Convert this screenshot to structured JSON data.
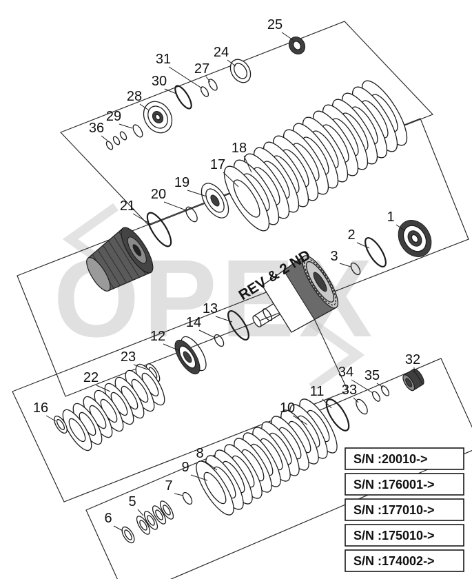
{
  "watermark": {
    "text": "OPEX"
  },
  "shaft_label": "REV & 2 ND",
  "callouts": {
    "c1": "1",
    "c2": "2",
    "c3": "3",
    "c5": "5",
    "c6": "6",
    "c7": "7",
    "c8": "8",
    "c9": "9",
    "c10": "10",
    "c11": "11",
    "c12": "12",
    "c13": "13",
    "c14": "14",
    "c16": "16",
    "c17": "17",
    "c18": "18",
    "c19": "19",
    "c20": "20",
    "c21": "21",
    "c22": "22",
    "c23": "23",
    "c24": "24",
    "c25": "25",
    "c27": "27",
    "c28": "28",
    "c29": "29",
    "c30": "30",
    "c31": "31",
    "c32": "32",
    "c33": "33",
    "c34": "34",
    "c35": "35",
    "c36": "36"
  },
  "serials": [
    "S/N :20010->",
    "S/N :176001->",
    "S/N :177010->",
    "S/N :175010->",
    "S/N :174002->"
  ]
}
